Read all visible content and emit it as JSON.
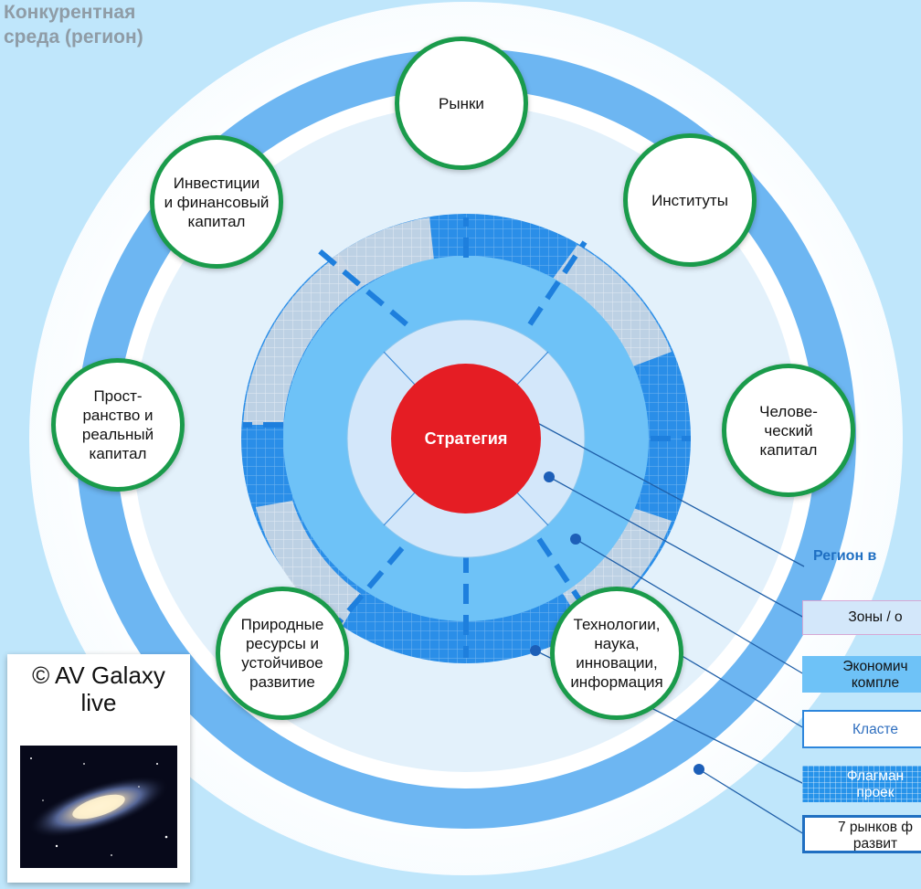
{
  "title": "Конкурентная\nсреда (регион)",
  "outer_nodes": [
    {
      "key": "markets",
      "label": "Рынки"
    },
    {
      "key": "institutions",
      "label": "Институты"
    },
    {
      "key": "human",
      "label": "Челове-\nческий\nкапитал"
    },
    {
      "key": "tech",
      "label": "Технологии,\nнаука,\nинновации,\nинформация"
    },
    {
      "key": "nature",
      "label": "Природные\nресурсы и\nустойчивое\nразвитие"
    },
    {
      "key": "space",
      "label": "Прост-\nранство и\nреальный\nкапитал"
    },
    {
      "key": "invest",
      "label": "Инвестиции\nи финансовый\nкапитал"
    }
  ],
  "core_label": "Стратегия",
  "legend": {
    "header": "Регион в",
    "items": [
      "Зоны / о",
      "Экономич\nкомпле",
      "Класте",
      "Флагман\nпроек",
      "7 рынков ф\nразвит"
    ]
  },
  "credit": {
    "text": "© AV Galaxy\nlive",
    "image": "galaxy-photo"
  },
  "colors": {
    "background": "#bfe6fb",
    "outer_ring": "#6db6f2",
    "node_border": "#1a9b4b",
    "core": "#e51d24",
    "grid_ring": "#2a8ee8",
    "inner_ring": "#6ec2f7",
    "inner_disc": "#d3e7fa",
    "legend_header": "#1f6fc2"
  }
}
